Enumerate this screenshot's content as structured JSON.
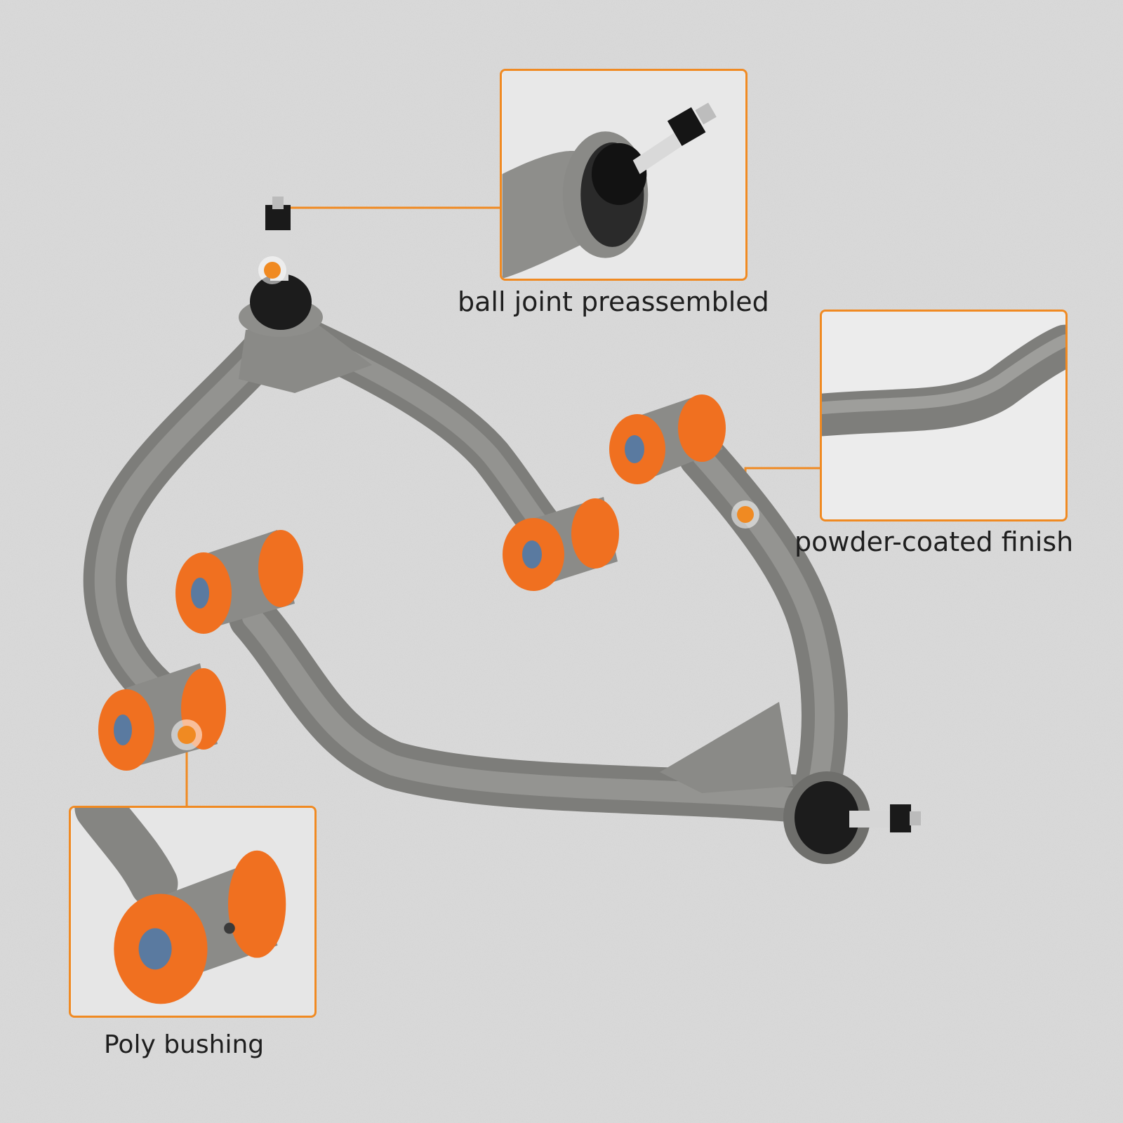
{
  "colors": {
    "accent": "#f08a22",
    "bushing": "#f07020",
    "arm": "#8f8f8c",
    "background": "#dcdcdc"
  },
  "callouts": {
    "ball_joint": {
      "label": "ball joint preassembled"
    },
    "finish": {
      "label": "powder-coated finish"
    },
    "bushing": {
      "label": "Poly bushing"
    }
  }
}
